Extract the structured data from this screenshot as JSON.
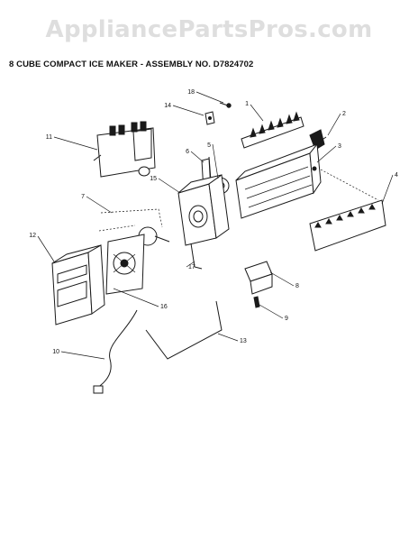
{
  "watermark": "AppliancePartsPros.com",
  "title": "8 CUBE COMPACT ICE MAKER - ASSEMBLY NO. D7824702",
  "callouts": {
    "c1": "1",
    "c2": "2",
    "c3": "3",
    "c4": "4",
    "c5": "5",
    "c6": "6",
    "c7": "7",
    "c8": "8",
    "c9": "9",
    "c10": "10",
    "c11": "11",
    "c12": "12",
    "c13": "13",
    "c14": "14",
    "c15": "15",
    "c16": "16",
    "c17": "17",
    "c18": "18"
  }
}
